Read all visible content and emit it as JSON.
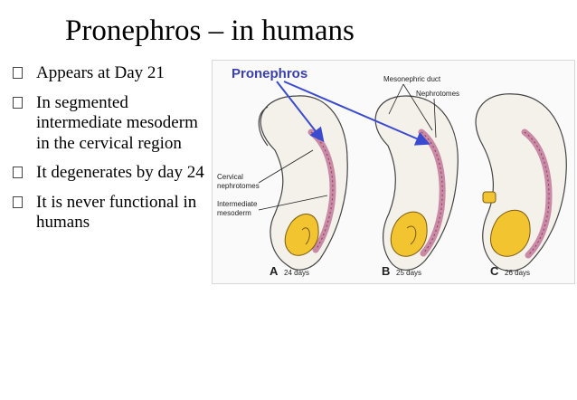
{
  "slide": {
    "title": "Pronephros – in humans",
    "bullets": [
      "Appears at Day 21",
      "In segmented intermediate mesoderm in the cervical region",
      "It degenerates by day 24",
      "It is never functional in humans"
    ]
  },
  "figure": {
    "heading": "Pronephros",
    "labels": {
      "mesonephric_duct": "Mesonephric duct",
      "nephrotomes": "Nephrotomes",
      "cervical_line1": "Cervical",
      "cervical_line2": "nephrotomes",
      "intermediate_line1": "Intermediate",
      "intermediate_line2": "mesoderm"
    },
    "panels": [
      {
        "letter": "A",
        "caption": "24 days"
      },
      {
        "letter": "B",
        "caption": "25 days"
      },
      {
        "letter": "C",
        "caption": "26 days"
      }
    ],
    "colors": {
      "heading": "#3a3fb0",
      "arrow": "#3a4bd0",
      "mesoderm": "#c98aa6",
      "yellow": "#f2c530",
      "outline": "#444444"
    }
  }
}
